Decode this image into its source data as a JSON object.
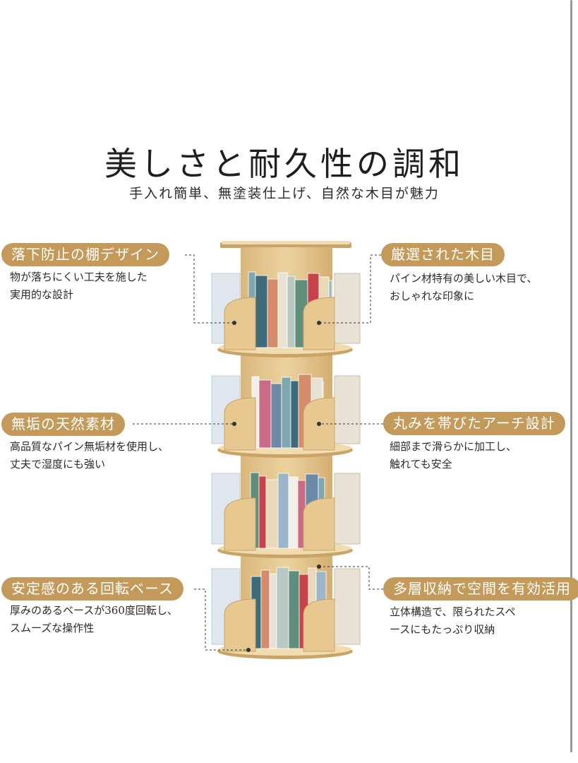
{
  "headline": {
    "title": "美しさと耐久性の調和",
    "subtitle": "手入れ簡単、無塗装仕上げ、自然な木目が魅力"
  },
  "features": [
    {
      "title": "落下防止の棚デザイン",
      "desc": "物が落ちにくい工夫を施した\n実用的な設計"
    },
    {
      "title": "厳選された木目",
      "desc": "パイン材特有の美しい木目で、\nおしゃれな印象に"
    },
    {
      "title": "無垢の天然素材",
      "desc": "高品質なパイン無垢材を使用し、\n丈夫で湿度にも強い"
    },
    {
      "title": "丸みを帯びたアーチ設計",
      "desc": "細部まで滑らかに加工し、\n触れても安全"
    },
    {
      "title": "安定感のある回転ベース",
      "desc": "厚みのあるベースが360度回転し、\nスムーズな操作性"
    },
    {
      "title": "多層収納で空間を有効活用",
      "desc": "立体構造で、限られたスペ\nースにもたっぷり収納"
    }
  ],
  "colors": {
    "badge": "#c49a5a",
    "wood": "#e6c890",
    "wood_dark": "#c9a468",
    "wood_light": "#f1dcb0"
  },
  "icons": {
    "leader": "dashed-leader-line",
    "dot": "leader-dot-icon"
  }
}
